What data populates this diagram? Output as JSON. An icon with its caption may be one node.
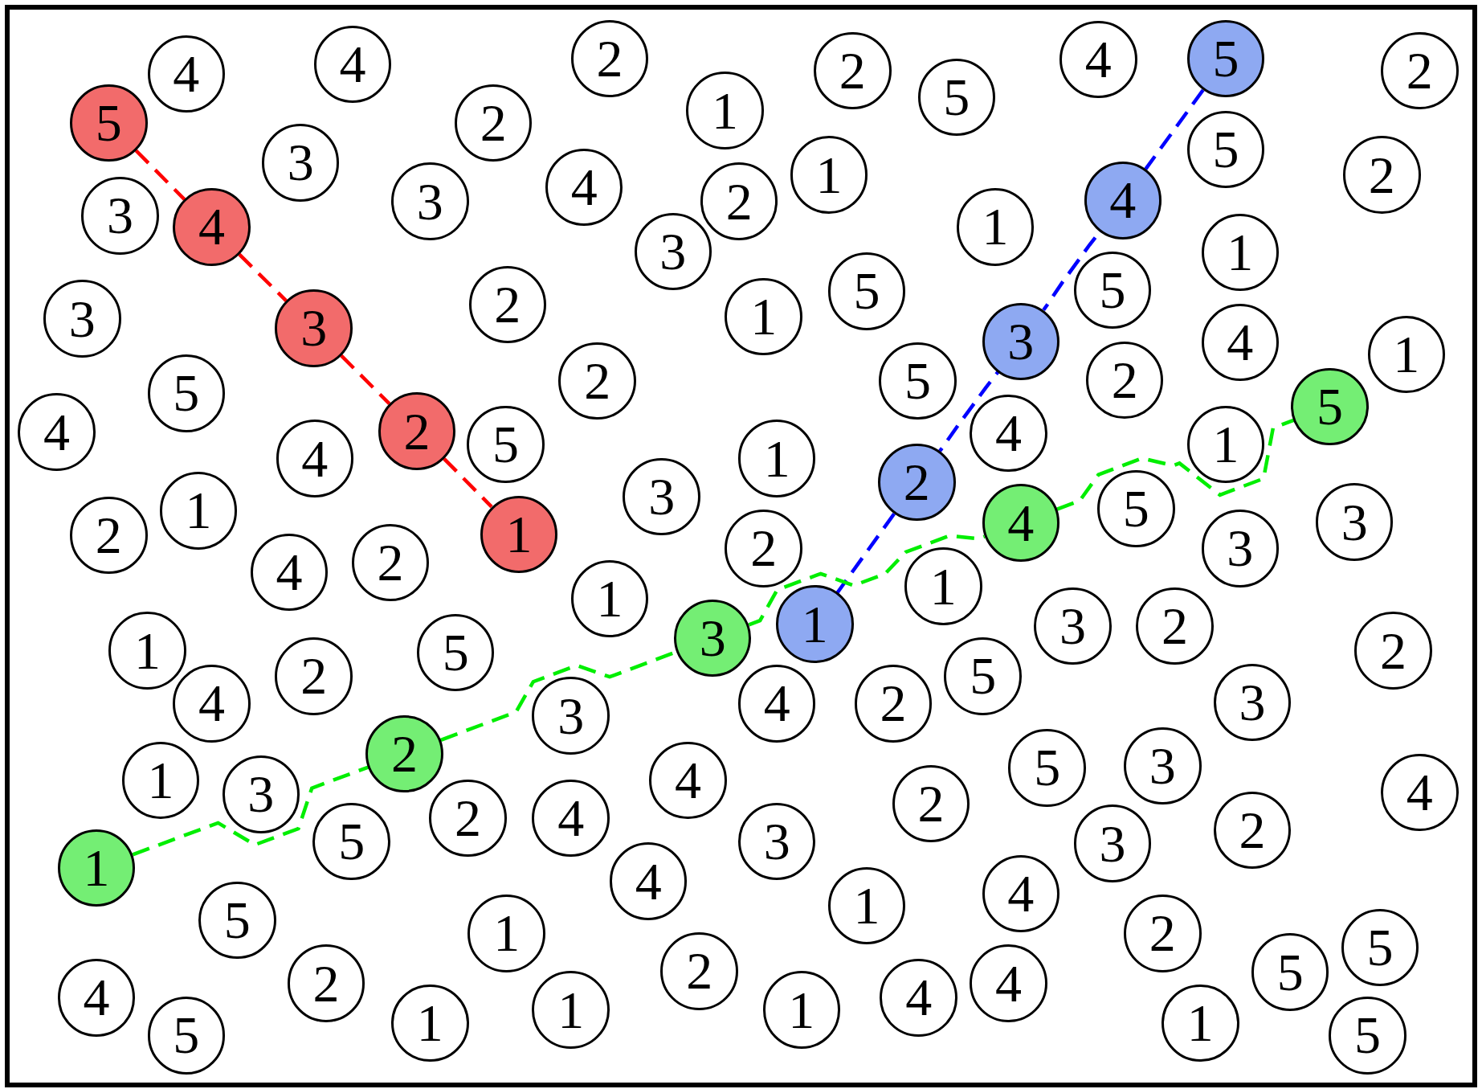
{
  "diagram": {
    "nodes": [
      {
        "text": [
          "4"
        ]
      },
      {
        "text": [
          "4"
        ]
      },
      {
        "text": [
          "2"
        ]
      },
      {
        "text": [
          "2"
        ]
      },
      {
        "text": [
          "4"
        ]
      },
      {
        "text": [
          "5"
        ]
      },
      {
        "text": [
          "2"
        ]
      },
      {
        "text": [
          "5"
        ]
      },
      {
        "text": [
          "5"
        ]
      },
      {
        "text": [
          "1"
        ]
      },
      {
        "text": [
          "2"
        ]
      },
      {
        "text": [
          "5"
        ]
      },
      {
        "text": [
          "3"
        ]
      },
      {
        "text": [
          "1"
        ]
      },
      {
        "text": [
          "2"
        ]
      },
      {
        "text": [
          "4"
        ]
      },
      {
        "text": [
          "3"
        ]
      },
      {
        "text": [
          "3"
        ]
      },
      {
        "text": [
          "2"
        ]
      },
      {
        "text": [
          "4"
        ]
      },
      {
        "text": [
          "4"
        ]
      },
      {
        "text": [
          "1"
        ]
      },
      {
        "text": [
          "3"
        ]
      },
      {
        "text": [
          "1"
        ]
      },
      {
        "text": [
          "3"
        ]
      },
      {
        "text": [
          "2"
        ]
      },
      {
        "text": [
          "5"
        ]
      },
      {
        "text": [
          "5"
        ]
      },
      {
        "text": [
          "1"
        ]
      },
      {
        "text": [
          "3"
        ]
      },
      {
        "text": [
          "3"
        ]
      },
      {
        "text": [
          "4"
        ]
      },
      {
        "text": [
          "1"
        ]
      },
      {
        "text": [
          "5"
        ]
      },
      {
        "text": [
          "2"
        ]
      },
      {
        "text": [
          "5"
        ]
      },
      {
        "text": [
          "2"
        ]
      },
      {
        "text": [
          "5"
        ]
      },
      {
        "text": [
          "4"
        ]
      },
      {
        "text": [
          "2"
        ]
      },
      {
        "text": [
          "5"
        ]
      },
      {
        "text": [
          "4"
        ]
      },
      {
        "text": [
          "4"
        ]
      },
      {
        "text": [
          "1"
        ]
      },
      {
        "text": [
          "1"
        ]
      },
      {
        "text": [
          "2"
        ]
      },
      {
        "text": [
          "1"
        ]
      },
      {
        "text": [
          "2"
        ]
      },
      {
        "text": [
          "3"
        ]
      },
      {
        "text": [
          "5"
        ]
      },
      {
        "text": [
          "3"
        ]
      },
      {
        "text": [
          "1"
        ]
      },
      {
        "text": [
          "4"
        ]
      },
      {
        "text": [
          "3"
        ]
      },
      {
        "text": [
          "2"
        ]
      },
      {
        "text": [
          "4"
        ]
      },
      {
        "text": [
          "2"
        ]
      },
      {
        "text": [
          "1"
        ]
      },
      {
        "text": [
          "1"
        ]
      },
      {
        "text": [
          "3"
        ]
      },
      {
        "text": [
          "2"
        ]
      },
      {
        "text": [
          "1"
        ]
      },
      {
        "text": [
          "3"
        ]
      },
      {
        "text": [
          "1"
        ]
      },
      {
        "text": [
          "5"
        ]
      },
      {
        "text": [
          "2"
        ]
      },
      {
        "text": [
          "2"
        ]
      },
      {
        "text": [
          "4"
        ]
      },
      {
        "text": [
          "5"
        ]
      },
      {
        "text": [
          "4"
        ]
      },
      {
        "text": [
          "2"
        ]
      },
      {
        "text": [
          "3"
        ]
      },
      {
        "text": [
          "3"
        ]
      },
      {
        "text": [
          "2"
        ]
      },
      {
        "text": [
          "1"
        ]
      },
      {
        "text": [
          "3"
        ]
      },
      {
        "text": [
          "4"
        ]
      },
      {
        "text": [
          "5"
        ]
      },
      {
        "text": [
          "3"
        ]
      },
      {
        "text": [
          "4"
        ]
      },
      {
        "text": [
          "2"
        ]
      },
      {
        "text": [
          "2"
        ]
      },
      {
        "text": [
          "4"
        ]
      },
      {
        "text": [
          "5"
        ]
      },
      {
        "text": [
          "2"
        ]
      },
      {
        "text": [
          "3"
        ]
      },
      {
        "text": [
          "3"
        ]
      },
      {
        "text": [
          "1"
        ]
      },
      {
        "text": [
          "4"
        ]
      },
      {
        "text": [
          "1"
        ]
      },
      {
        "text": [
          "4"
        ]
      },
      {
        "text": [
          "5"
        ]
      },
      {
        "text": [
          "1"
        ]
      },
      {
        "text": [
          "2"
        ]
      },
      {
        "text": [
          "2"
        ]
      },
      {
        "text": [
          "5"
        ]
      },
      {
        "text": [
          "5"
        ]
      },
      {
        "text": [
          "2"
        ]
      },
      {
        "text": [
          "4"
        ]
      },
      {
        "text": [
          "4"
        ]
      },
      {
        "text": [
          "4"
        ]
      },
      {
        "text": [
          "1"
        ]
      },
      {
        "text": [
          "1"
        ]
      },
      {
        "text": [
          "1"
        ]
      },
      {
        "text": [
          "5"
        ]
      },
      {
        "text": [
          "1"
        ]
      },
      {
        "text": [
          "5"
        ]
      }
    ],
    "edges": [
      {
        "from": 8,
        "to": 20,
        "arrow": "none",
        "style": "dashed",
        "color": "#ff0000"
      },
      {
        "from": 20,
        "to": 29,
        "arrow": "none",
        "style": "dashed",
        "color": "#ff0000"
      },
      {
        "from": 29,
        "to": 39,
        "arrow": "none",
        "style": "dashed",
        "color": "#ff0000"
      },
      {
        "from": 39,
        "to": 51,
        "arrow": "none",
        "style": "dashed",
        "color": "#ff0000"
      },
      {
        "from": 5,
        "to": 19,
        "arrow": "none",
        "style": "dashed",
        "color": "#0000ff"
      },
      {
        "from": 19,
        "to": 30,
        "arrow": "none",
        "style": "dashed",
        "color": "#0000ff"
      },
      {
        "from": 30,
        "to": 45,
        "arrow": "none",
        "style": "dashed",
        "color": "#0000ff"
      },
      {
        "from": 45,
        "to": 61,
        "arrow": "none",
        "style": "dashed",
        "color": "#0000ff"
      },
      {
        "from": 87,
        "to": 73,
        "arrow": "none",
        "style": "dashed",
        "color": "#00ee00"
      },
      {
        "from": 73,
        "to": 62,
        "arrow": "none",
        "style": "dashed",
        "color": "#00ee00"
      },
      {
        "from": 62,
        "to": 52,
        "arrow": "none",
        "style": "dashed",
        "color": "#00ee00"
      },
      {
        "from": 52,
        "to": 37,
        "arrow": "none",
        "style": "dashed",
        "color": "#00ee00"
      }
    ]
  }
}
